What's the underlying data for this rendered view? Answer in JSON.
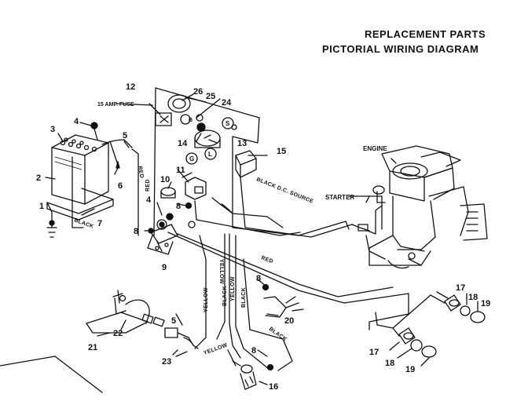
{
  "titles": {
    "line1": "REPLACEMENT  PARTS",
    "line2": "PICTORIAL WIRING DIAGRAM"
  },
  "component_labels": {
    "engine": "ENGINE",
    "starter": "STARTER",
    "fuse": "15 AMP. FUSE",
    "dc_source": "BLACK  D.C. SOURCE"
  },
  "wire_labels": {
    "red_top": "RED",
    "red_left": "RED",
    "red_main": "RED",
    "black_battery": "BLACK",
    "yellow_1": "YELLOW",
    "yellow_2": "YELLOW",
    "yellow_3": "YELLOW",
    "yellow_4": "YELLOW",
    "black_2": "BLACK",
    "black_3": "BLACK",
    "black_4": "BLACK"
  },
  "switch_terminals": {
    "s": "S",
    "l": "L",
    "g": "G",
    "b": "B"
  },
  "part_numbers": {
    "p1": "1",
    "p2": "2",
    "p3": "3",
    "p4a": "4",
    "p4b": "4",
    "p5a": "5",
    "p5b": "5",
    "p6": "6",
    "p7": "7",
    "p8a": "8",
    "p8b": "8",
    "p8c": "8",
    "p8d": "8",
    "p9": "9",
    "p10": "10",
    "p11": "11",
    "p12": "12",
    "p13": "13",
    "p14": "14",
    "p15": "15",
    "p16": "16",
    "p17a": "17",
    "p17b": "17",
    "p18a": "18",
    "p18b": "18",
    "p19a": "19",
    "p19b": "19",
    "p20": "20",
    "p21": "21",
    "p22": "22",
    "p23": "23",
    "p24": "24",
    "p25": "25",
    "p26": "26"
  },
  "colors": {
    "ink": "#111111",
    "paper": "#ffffff"
  }
}
